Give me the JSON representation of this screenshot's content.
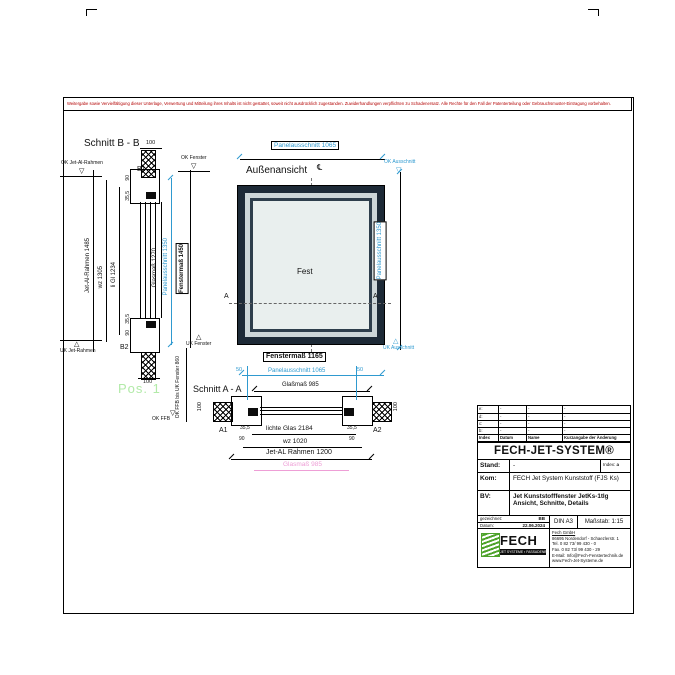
{
  "colors": {
    "annotation_blue": "#2f9ad0",
    "dimension_pink": "#ee9ed6",
    "pos_green": "#b2eaa8",
    "disclaimer_red": "#b30000",
    "logo_green": "#4ea32b",
    "window_frame_dark": "#1d2a37"
  },
  "icons": {
    "level_down_triangle": "▽",
    "level_up_triangle": "△",
    "centerline_symbol": "℄",
    "logo_separator_square": "▪"
  },
  "disclaimer": "Weitergabe sowie Vervielfältigung dieser Unterlage, Verwertung und Mitteilung ihres Inhalts ist nicht gestattet, soweit nicht ausdrücklich zugestanden. Zuwiderhandlungen verpflichten zu Schadenersatz. Alle Rechte für den Fall der Patenterteilung oder Gebrauchsmuster-Eintragung vorbehalten.",
  "bb": {
    "title": "Schnitt B - B",
    "marker_ok_jet_al": "OK Jet-Al-Rahmen",
    "marker_ok_fenster": "OK Fenster",
    "marker_uk_jet": "UK Jet-Rahmen",
    "marker_uk_fenster": "UK Fenster",
    "marker_ok_ffb": "OK FFB",
    "label_b1": "B1",
    "label_b2": "B2",
    "dim_100_top": "100",
    "dim_100_bottom": "100",
    "dim_90_top": "90",
    "dim_90_bottom": "90",
    "dim_35_top": "35,5",
    "dim_35_bottom": "35,5",
    "dim_jet_al_rahmen": "Jet-Al-Rahmen 1485",
    "dim_wz": "wz 1305",
    "dim_li_gl": "li Gl 1234",
    "dim_glasmass": "Glasmaß 1270",
    "dim_panelausschnitt": "Panelausschnitt 1350",
    "dim_fenstermass": "Fenstermaß 1450",
    "dim_ok_ffb_uk_fenster": "OK FFB bis UK Fenster 860",
    "pos_label": "Pos. 1"
  },
  "ansicht": {
    "title": "Außenansicht",
    "glass_label": "Fest",
    "dim_panel_top": "Panelausschnitt 1065",
    "marker_ok_ausschnitt": "OK Ausschnitt",
    "marker_uk_ausschnitt": "UK Ausschnitt",
    "dim_panel_right": "Panelausschnitt 1350",
    "section_a_left": "A",
    "section_a_right": "A",
    "dim_fenstermass": "Fenstermaß 1165",
    "dim_panel_bottom": "Panelausschnitt 1065",
    "dim_50_left": "50",
    "dim_50_right": "50",
    "dim_glasmass": "Glaßmaß 985"
  },
  "aa": {
    "title": "Schnitt A - A",
    "label_a1": "A1",
    "label_a2": "A2",
    "dim_100_left": "100",
    "dim_100_right": "100",
    "dim_35_left": "35,5",
    "dim_35_right": "35,5",
    "dim_90_left": "90",
    "dim_90_right": "90",
    "dim_lichte_glas": "lichte Glas 2184",
    "dim_wz": "wz 1020",
    "dim_jet_al_rahmen": "Jet-AL Rahmen 1200",
    "dim_glasmass": "Glasmaß 985"
  },
  "titleblock": {
    "revisions": [
      {
        "index": "e:",
        "datum": "-",
        "name": "-",
        "note": "-"
      },
      {
        "index": "d:",
        "datum": "-",
        "name": "-",
        "note": "-"
      },
      {
        "index": "c:",
        "datum": "-",
        "name": "-",
        "note": "-"
      },
      {
        "index": "b:",
        "datum": "-",
        "name": "-",
        "note": "-"
      }
    ],
    "rev_header": {
      "index": "Index",
      "datum": "Datum",
      "name": "Name",
      "note": "Kurzangabe der Änderung"
    },
    "system_name": "FECH-JET-SYSTEM®",
    "stand_label": "Stand:",
    "stand_value": "-",
    "index_label": "Index:",
    "index_value": "a",
    "kom_label": "Kom:",
    "kom_value": "FECH Jet System Kunststoff (FJS Ks)",
    "bv_label": "BV:",
    "bv_line1": "Jet Kunststofffenster JetKs-1tlg",
    "bv_line2": "Ansicht, Schnitte, Details",
    "gezeichnet_label": "gezeichnet:",
    "gezeichnet_value": "BB",
    "datum_label": "Datum:",
    "datum_value": "22.06.2024",
    "format": "DIN A3",
    "massstab": "Maßstab: 1:15",
    "logo_text": "FECH",
    "logo_subtext": "JET SYSTEME ▪ FASSADENBAU",
    "company": [
      "Fech GmbH",
      "86695 Nordendorf - Schaezlerstr. 1",
      "Tel. 0 82 73/ 99 430 - 0",
      "Fax. 0 82 73/ 99 430 - 29",
      "E-Mail: Info@Fech-Fenstertechnik.de",
      "www.Fech-Jet-Systeme.de"
    ]
  }
}
